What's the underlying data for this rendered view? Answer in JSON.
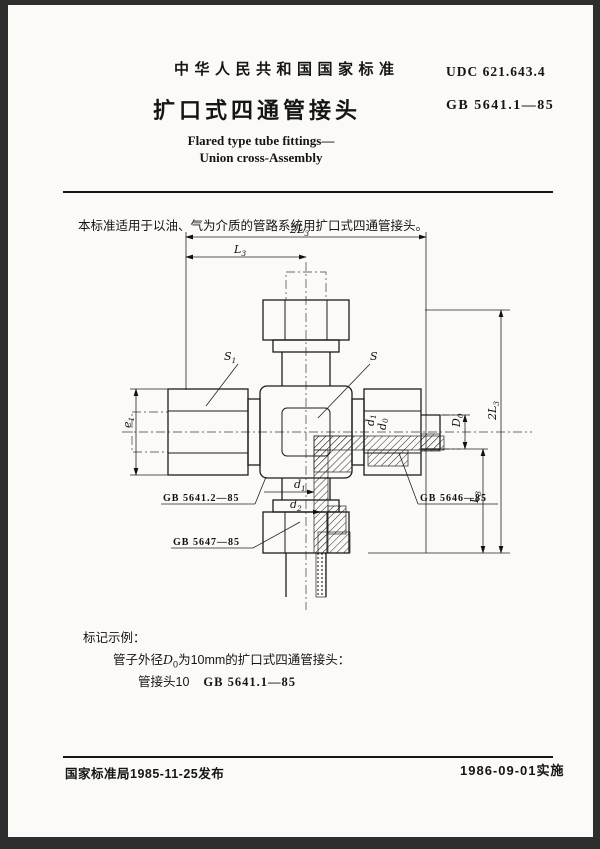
{
  "header": {
    "org_line": "中华人民共和国国家标准",
    "udc": "UDC 621.643.4",
    "title_cn": "扩口式四通管接头",
    "std_no": "GB 5641.1—85",
    "title_en1": "Flared type tube fittings—",
    "title_en2": "Union cross-Assembly"
  },
  "scope": "本标准适用于以油、气为介质的管路系统用扩口式四通管接头。",
  "drawing": {
    "dim_top_outer": {
      "main": "2L",
      "sub": "3"
    },
    "dim_top_inner": {
      "main": "L",
      "sub": "3"
    },
    "dim_right_outer": {
      "main": "2L",
      "sub": "3"
    },
    "dim_right_inner": {
      "main": "L",
      "sub": "3"
    },
    "dim_tube_od": {
      "main": "D",
      "sub": "0"
    },
    "dim_across_corners": {
      "main": "e",
      "sub": "1"
    },
    "label_nut_width": {
      "main": "S",
      "sub": "1"
    },
    "label_body_width": {
      "main": "S",
      "sub": ""
    },
    "label_bore_d1": {
      "main": "d",
      "sub": "1"
    },
    "label_bore_d2": {
      "main": "d",
      "sub": "2"
    },
    "label_right_d1": {
      "main": "d",
      "sub": "1"
    },
    "label_right_d0": {
      "main": "d",
      "sub": "0"
    },
    "callout_body_std": "GB 5641.2—85",
    "callout_nut_std": "GB 5647—85",
    "callout_sleeve_std": "GB 5646—85"
  },
  "marking": {
    "heading": "标记示例：",
    "line1_pre": "管子外径",
    "line1_sym": "D",
    "line1_sym_sub": "0",
    "line1_post": "为10mm的扩口式四通管接头：",
    "line2_name": "管接头10",
    "line2_std": "GB 5641.1—85"
  },
  "footer": {
    "issued": "国家标准局1985-11-25发布",
    "effective": "1986-09-01实施"
  }
}
